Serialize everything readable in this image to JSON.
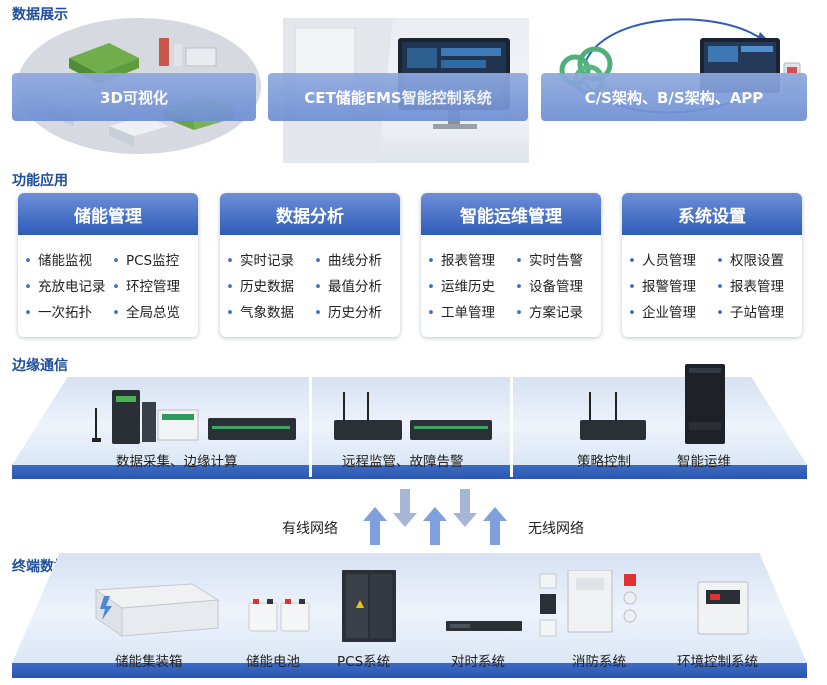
{
  "sections": {
    "display": "数据展示",
    "function": "功能应用",
    "edge": "边缘通信",
    "terminal": "终端数据"
  },
  "display": {
    "items": [
      "3D可视化",
      "CET储能EMS智能控制系统",
      "C/S架构、B/S架构、APP"
    ]
  },
  "functions": [
    {
      "title": "储能管理",
      "items": [
        "储能监视",
        "PCS监控",
        "充放电记录",
        "环控管理",
        "一次拓扑",
        "全局总览"
      ]
    },
    {
      "title": "数据分析",
      "items": [
        "实时记录",
        "曲线分析",
        "历史数据",
        "最值分析",
        "气象数据",
        "历史分析"
      ]
    },
    {
      "title": "智能运维管理",
      "items": [
        "报表管理",
        "实时告警",
        "运维历史",
        "设备管理",
        "工单管理",
        "方案记录"
      ]
    },
    {
      "title": "系统设置",
      "items": [
        "人员管理",
        "权限设置",
        "报警管理",
        "报表管理",
        "企业管理",
        "子站管理"
      ]
    }
  ],
  "edge": {
    "captions": [
      "数据采集、边缘计算",
      "远程监管、故障告警",
      "策略控制",
      "智能运维"
    ]
  },
  "network": {
    "wired": "有线网络",
    "wireless": "无线网络"
  },
  "terminal": {
    "captions": [
      "储能集装箱",
      "储能电池",
      "PCS系统",
      "对时系统",
      "消防系统",
      "环境控制系统"
    ]
  },
  "colors": {
    "title_blue": "#1f4e9a",
    "header_blue": "#2f5cb8",
    "bar_blue": "#6f8fd3",
    "arrow_blue": "#7f9fde",
    "arrow_gray": "#a7b6d6"
  }
}
